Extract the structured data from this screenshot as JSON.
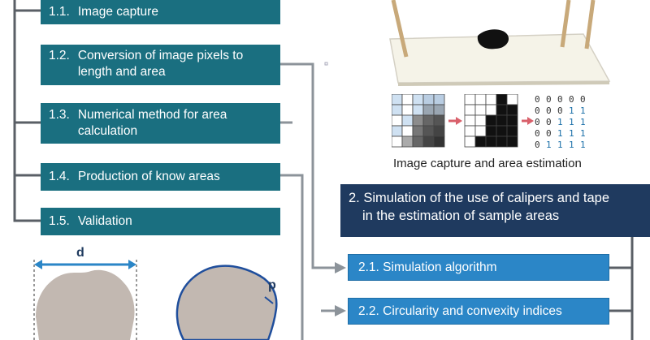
{
  "section1_items": [
    {
      "num": "1.1.",
      "text": "Image capture"
    },
    {
      "num": "1.2.",
      "text": "Conversion of image pixels to length and area"
    },
    {
      "num": "1.3.",
      "text": "Numerical method for area calculation"
    },
    {
      "num": "1.4.",
      "text": "Production of know areas"
    },
    {
      "num": "1.5.",
      "text": "Validation"
    }
  ],
  "figure": {
    "caption": "Image capture and area estimation",
    "binary_matrix": [
      [
        "0",
        "0",
        "0",
        "0",
        "0"
      ],
      [
        "0",
        "0",
        "0",
        "1",
        "1"
      ],
      [
        "0",
        "0",
        "1",
        "1",
        "1"
      ],
      [
        "0",
        "0",
        "1",
        "1",
        "1"
      ],
      [
        "0",
        "1",
        "1",
        "1",
        "1"
      ]
    ]
  },
  "section2": {
    "title_line1": "2. Simulation of the use of calipers and tape",
    "title_line2": "in the estimation of sample areas",
    "items": [
      {
        "text": "2.1. Simulation algorithm"
      },
      {
        "text": "2.2. Circularity and convexity indices"
      }
    ]
  },
  "shapes": {
    "diameter_label": "d",
    "perimeter_label": "p"
  },
  "colors": {
    "teal": "#1a6f80",
    "blue": "#2b86c7",
    "navy": "#1f3a5f",
    "connector": "#8c939a",
    "arrow_red": "#d9606b"
  }
}
